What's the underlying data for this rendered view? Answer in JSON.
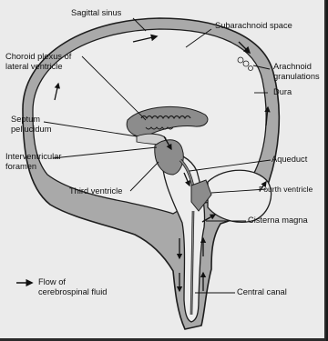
{
  "labels": {
    "sagittal_sinus": "Sagittal sinus",
    "subarachnoid_space": "Subarachnoid space",
    "choroid_plexus_1": "Choroid plexus of",
    "choroid_plexus_2": "lateral ventricle",
    "arachnoid_granulations_1": "Arachnoid",
    "arachnoid_granulations_2": "granulations",
    "dura": "Dura",
    "septum_pellucidum_1": "Septum",
    "septum_pellucidum_2": "pellucidum",
    "interventricular_foramen_1": "Interventricular",
    "interventricular_foramen_2": "foramen",
    "aqueduct": "Aqueduct",
    "third_ventricle": "Third ventricle",
    "fourth_ventricle": "Fourth ventricle",
    "cisterna_magna": "Cisterna magna",
    "central_canal": "Central canal"
  },
  "legend": {
    "line1": "Flow of",
    "line2": "cerebrospinal fluid"
  },
  "colors": {
    "background": "#ebebeb",
    "csf_fill": "#a9a9a9",
    "brain_tissue": "#ededed",
    "ventricle_fill": "#8c8c8c",
    "outline": "#1e1e1e"
  }
}
